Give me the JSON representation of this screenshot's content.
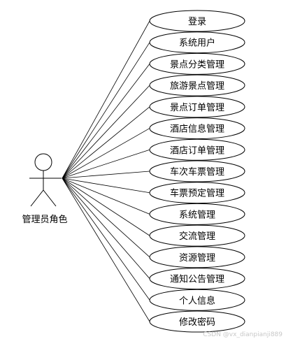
{
  "actor": {
    "label": "管理员角色"
  },
  "use_cases": [
    "登录",
    "系统用户",
    "景点分类管理",
    "旅游景点管理",
    "景点订单管理",
    "酒店信息管理",
    "酒店订单管理",
    "车次车票管理",
    "车票预定管理",
    "系统管理",
    "交流管理",
    "资源管理",
    "通知公告管理",
    "个人信息",
    "修改密码"
  ],
  "watermark": "CSDN @vx_dianpianji889"
}
